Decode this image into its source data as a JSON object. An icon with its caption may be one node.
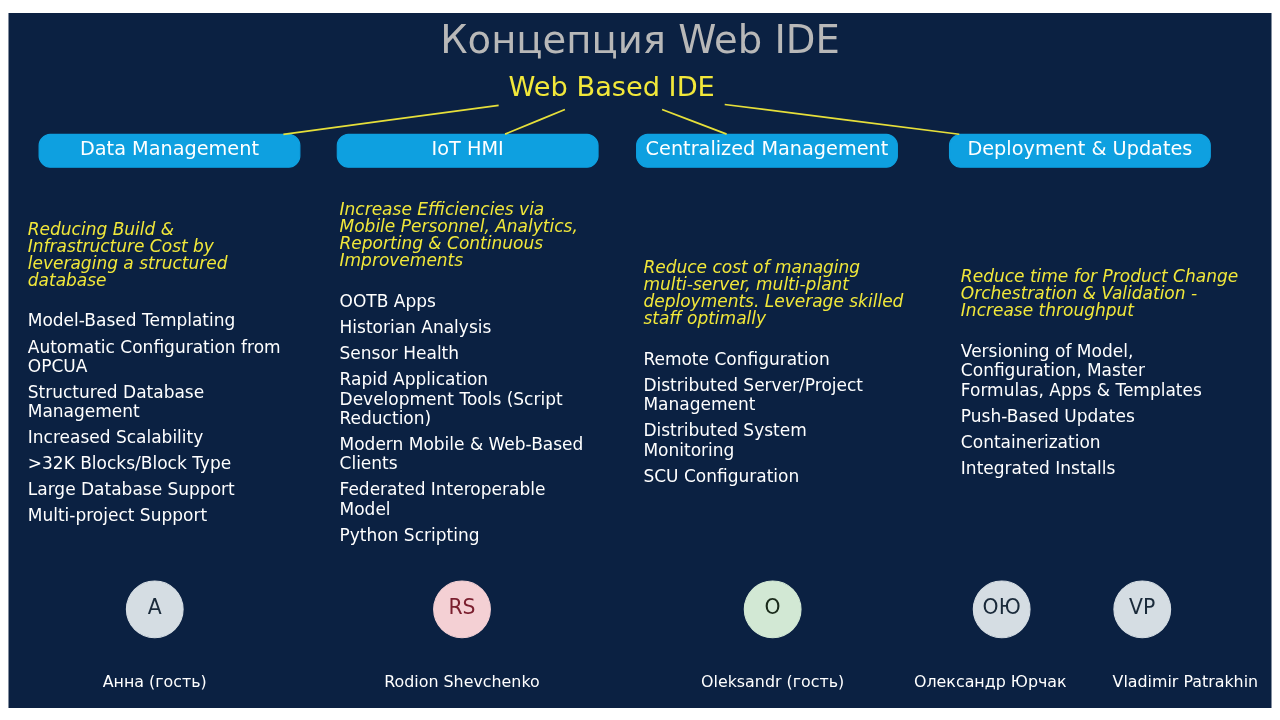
{
  "diagram": {
    "title": "Концепция Web IDE",
    "nodes": [
      {
        "text": [
          "Web Based IDE"
        ]
      },
      {
        "text": [
          "Data Management"
        ],
        "beside": [
          "Reducing Build & Infrastructure Cost by leveraging a structured database",
          "Model-Based Templating",
          "Automatic Configuration from OPCUA",
          "Structured Database Management",
          "Increased Scalability",
          ">32K Blocks/Block Type",
          "Large Database Support",
          "Multi-project Support"
        ]
      },
      {
        "text": [
          "IoT HMI"
        ],
        "beside": [
          "Increase Efficiencies via Mobile Personnel, Analytics, Reporting & Continuous Improvements",
          "OOTB Apps",
          "Historian Analysis",
          "Sensor Health",
          "Rapid Application Development Tools (Script Reduction)",
          "Modern Mobile & Web-Based Clients",
          "Federated Interoperable Model",
          "Python Scripting"
        ]
      },
      {
        "text": [
          "Centralized Management"
        ],
        "beside": [
          "Reduce cost of managing multi-server, multi-plant deployments. Leverage skilled staff optimally",
          "Remote Configuration",
          "Distributed Server/Project Management",
          "Distributed System Monitoring",
          "SCU Configuration"
        ]
      },
      {
        "text": [
          "Deployment & Updates"
        ],
        "beside": [
          "Reduce time for Product Change Orchestration & Validation - Increase throughput",
          "Versioning of Model, Configuration, Master Formulas, Apps & Templates",
          "Push-Based Updates",
          "Containerization",
          "Integrated Installs"
        ]
      },
      {
        "text": [
          "A"
        ],
        "beside": [
          "Анна (гость)"
        ]
      },
      {
        "text": [
          "RS"
        ],
        "beside": [
          "Rodion Shevchenko"
        ]
      },
      {
        "text": [
          "O"
        ],
        "beside": [
          "Oleksandr (гость)"
        ]
      },
      {
        "text": [
          "ОЮ"
        ],
        "beside": [
          "Олександр Юрчак"
        ]
      },
      {
        "text": [
          "VP"
        ],
        "beside": [
          "Vladimir Patrakhin"
        ]
      }
    ],
    "edges": [
      {
        "from": 0,
        "to": 1,
        "arrow": "none"
      },
      {
        "from": 0,
        "to": 2,
        "arrow": "none"
      },
      {
        "from": 0,
        "to": 3,
        "arrow": "none"
      },
      {
        "from": 0,
        "to": 4,
        "arrow": "none"
      }
    ]
  }
}
